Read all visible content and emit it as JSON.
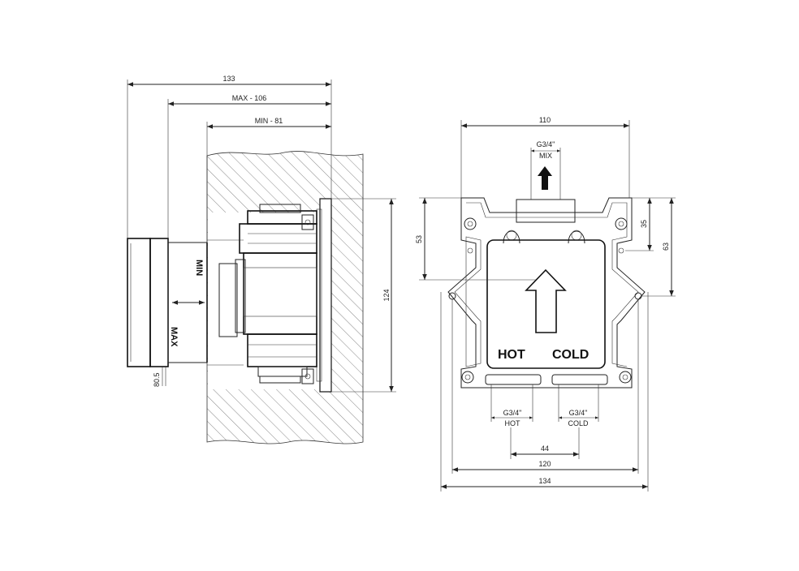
{
  "side_view": {
    "dims": {
      "overall": "133",
      "max_depth": "MAX - 106",
      "min_depth": "MIN - 81",
      "height": "124",
      "offset": "80.5"
    },
    "labels": {
      "min": "MIN",
      "max": "MAX"
    }
  },
  "front_view": {
    "dims": {
      "top_width": "110",
      "left_height": "53",
      "right_height_small": "35",
      "right_height_large": "63",
      "pipe_spacing": "44",
      "bracket_width": "120",
      "overall_width": "134"
    },
    "labels": {
      "mix_thread": "G3/4\"",
      "mix": "MIX",
      "hot_big": "HOT",
      "cold_big": "COLD",
      "hot_thread": "G3/4\"",
      "hot": "HOT",
      "cold_thread": "G3/4\"",
      "cold": "COLD"
    }
  }
}
